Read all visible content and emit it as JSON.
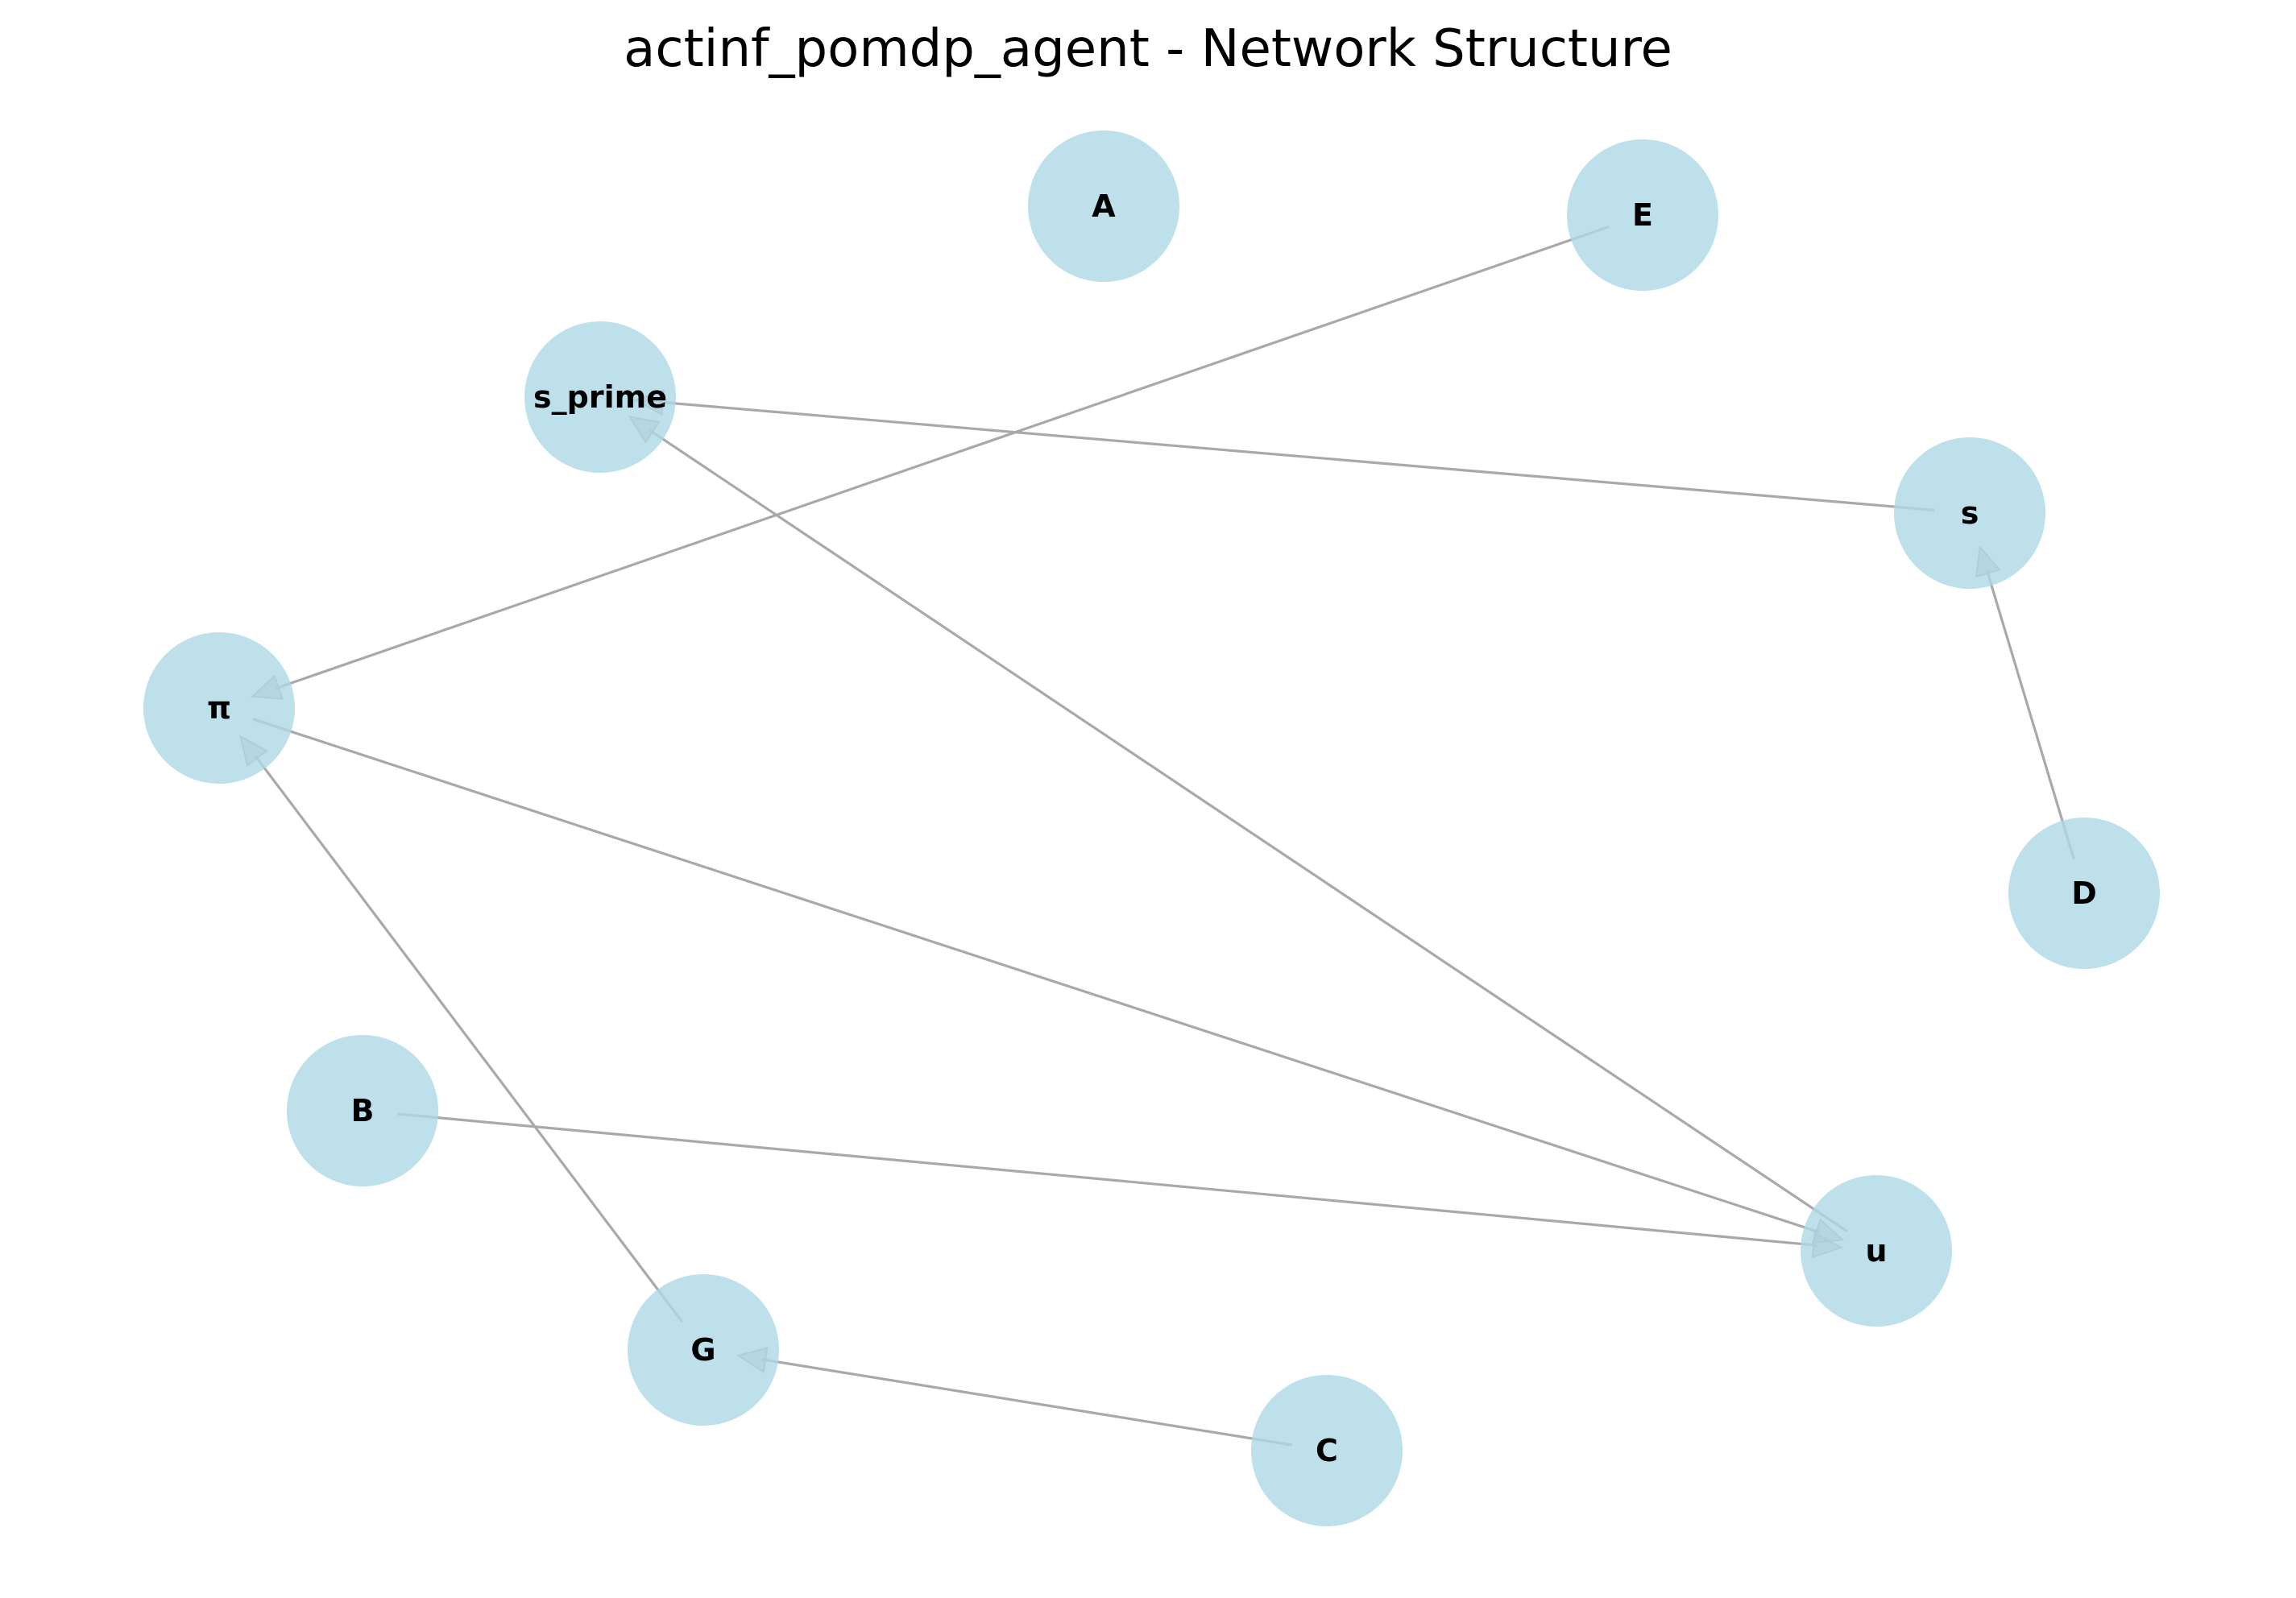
{
  "title": "actinf_pomdp_agent - Network Structure",
  "colors": {
    "node_fill": "#add8e6",
    "edge": "#a9a9a9",
    "label": "#000000"
  },
  "nodes": [
    {
      "id": "A",
      "label": "A"
    },
    {
      "id": "E",
      "label": "E"
    },
    {
      "id": "s_prime",
      "label": "s_prime"
    },
    {
      "id": "s",
      "label": "s"
    },
    {
      "id": "pi",
      "label": "π"
    },
    {
      "id": "D",
      "label": "D"
    },
    {
      "id": "B",
      "label": "B"
    },
    {
      "id": "u",
      "label": "u"
    },
    {
      "id": "G",
      "label": "G"
    },
    {
      "id": "C",
      "label": "C"
    }
  ],
  "edges": [
    {
      "from": "E",
      "to": "pi"
    },
    {
      "from": "s",
      "to": "s_prime"
    },
    {
      "from": "u",
      "to": "s_prime"
    },
    {
      "from": "D",
      "to": "s"
    },
    {
      "from": "pi",
      "to": "u"
    },
    {
      "from": "B",
      "to": "u"
    },
    {
      "from": "G",
      "to": "pi"
    },
    {
      "from": "C",
      "to": "G"
    }
  ]
}
